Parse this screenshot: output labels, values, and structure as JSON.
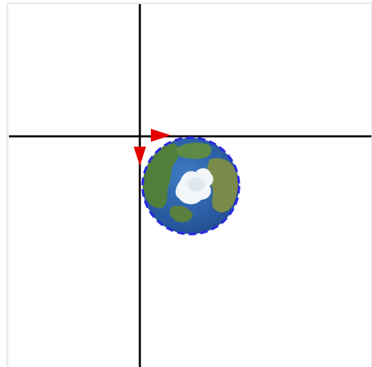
{
  "diagram": {
    "colors": {
      "axis": "#000000",
      "arrow": "#e60000",
      "globe_outline": "#2a2ae0",
      "ocean": "#2a5ea8",
      "land": "#4f7f3a",
      "ice": "#f2f6f8"
    },
    "icons": {
      "horizontal_axis": "horizontal-axis-line",
      "vertical_axis": "vertical-axis-line",
      "right_arrow": "right-pointing-arrow",
      "down_arrow": "down-pointing-arrow",
      "globe": "earth-globe-north-pole-view"
    },
    "globe_outline_style": "dashed"
  }
}
